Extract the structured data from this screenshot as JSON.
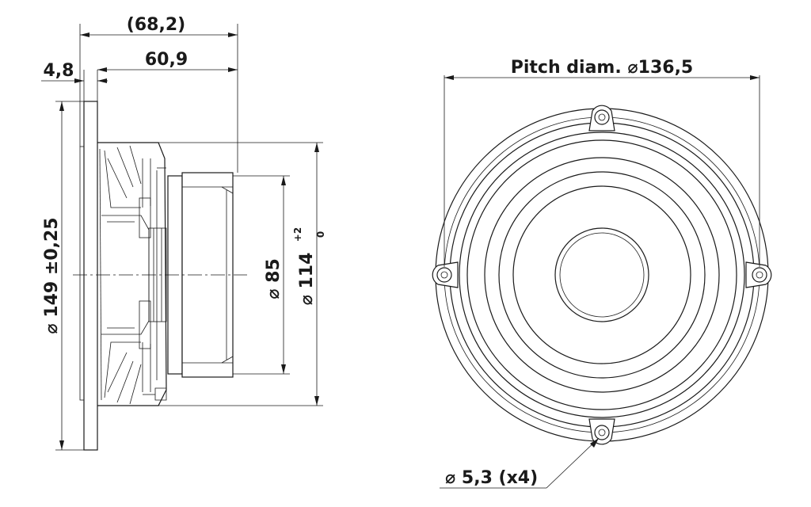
{
  "side_view": {
    "dims": {
      "overall_depth": "(68,2)",
      "depth": "60,9",
      "flange_thickness": "4,8",
      "outer_diameter": "149 ±0,25",
      "magnet_diameter": "85",
      "basket_diameter": "114",
      "basket_tol_upper": "+2",
      "basket_tol_lower": "0"
    }
  },
  "front_view": {
    "dims": {
      "pitch_label": "Pitch diam.",
      "pitch_value": "136,5",
      "hole_label": "5,3 (x4)"
    }
  },
  "symbols": {
    "diameter": "⌀"
  },
  "colors": {
    "line": "#1a1a1a",
    "background": "#ffffff"
  }
}
